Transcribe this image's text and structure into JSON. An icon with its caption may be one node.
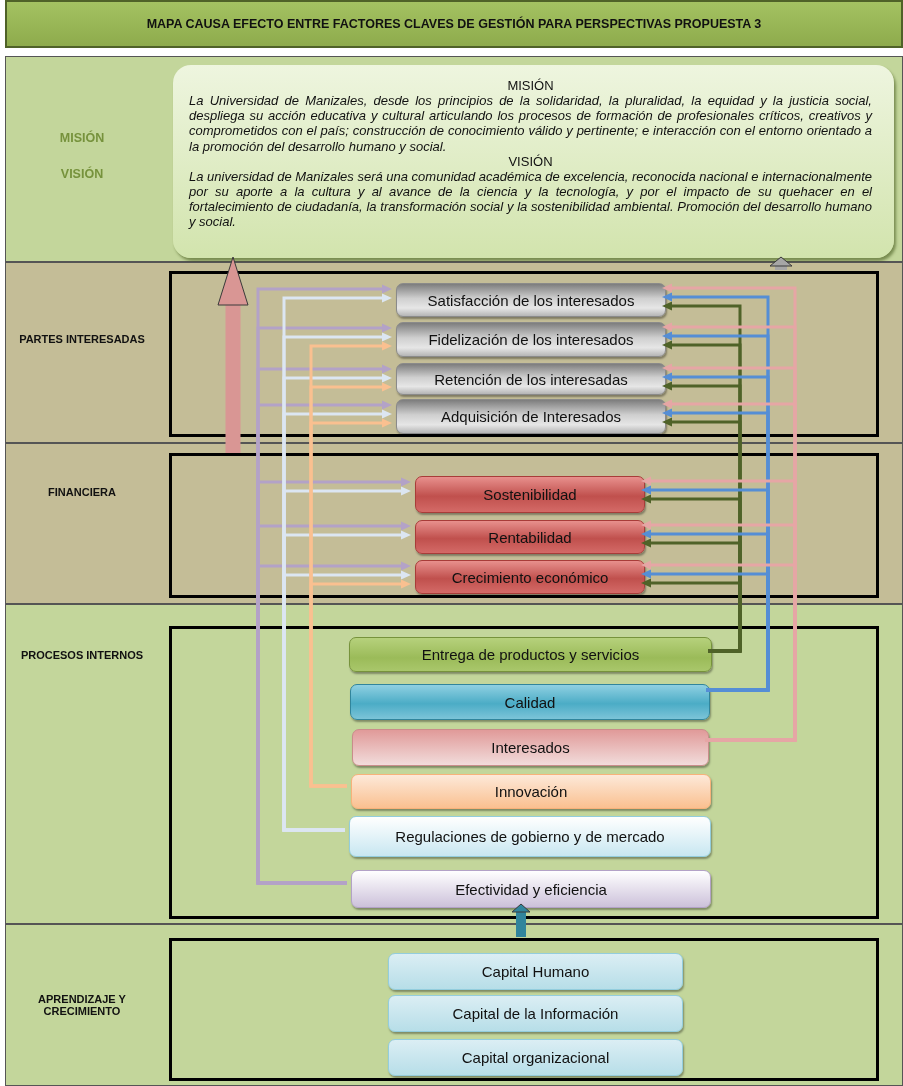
{
  "diagram": {
    "nodes": [
      {
        "text": [
          "MAPA CAUSA EFECTO ENTRE FACTORES CLAVES DE GESTIÓN PARA PERSPECTIVAS  PROPUESTA 3"
        ]
      },
      {
        "text": [
          "MISIÓN",
          "VISIÓN"
        ]
      },
      {
        "text": [
          "MISIÓN",
          "La *Universidad de Manizales, desde los principios de la solidaridad, la pluralidad,  la equidad y la justicia social, despliega  su acción educativa y cultural articulando los procesos de formación de profesionales críticos, creativos y comprometidos con el país; construcción de conocimiento válido y pertinente; e interacción con  el entorno orientado a la promoción del desarrollo humano y social.*",
          "VISIÓN",
          "La universidad de Manizales será una comunidad académica de excelencia, reconocida nacional e internacionalmente por su aporte a la cultura y al avance de la ciencia y la tecnología, y por el impacto de su quehacer en el fortalecimiento de ciudadanía, la transformación social y la sostenibilidad ambiental. Promoción del desarrollo humano y social."
        ],
        "in": 1
      },
      {
        "text": [
          "PARTES INTERESADAS"
        ]
      },
      {
        "text": [],
        "shape": "box",
        "in": 3
      },
      {
        "text": [
          "Satisfacción de los interesados"
        ],
        "in": 4
      },
      {
        "text": [
          "Fidelización de los interesados"
        ],
        "in": 4
      },
      {
        "text": [
          "Retención de los interesadas"
        ],
        "in": 4
      },
      {
        "text": [
          "Adquisición de   Interesados"
        ],
        "in": 4
      },
      {
        "text": [
          "FINANCIERA"
        ]
      },
      {
        "text": [],
        "shape": "box",
        "in": 9
      },
      {
        "text": [
          "Sostenibilidad"
        ],
        "in": 10
      },
      {
        "text": [
          "Rentabilidad"
        ],
        "in": 10
      },
      {
        "text": [
          "Crecimiento económico"
        ],
        "in": 10
      },
      {
        "text": [
          "PROCESOS INTERNOS"
        ]
      },
      {
        "text": [],
        "shape": "box",
        "in": 14
      },
      {
        "text": [
          "Entrega de productos y servicios"
        ],
        "in": 15
      },
      {
        "text": [
          "Calidad"
        ],
        "in": 15
      },
      {
        "text": [
          "Interesados"
        ],
        "in": 15
      },
      {
        "text": [
          "Innovación"
        ],
        "in": 15
      },
      {
        "text": [
          "Regulaciones de gobierno y de mercado"
        ],
        "in": 15
      },
      {
        "text": [
          "Efectividad  y eficiencia"
        ],
        "in": 15
      },
      {
        "text": [
          "APRENDIZAJE Y CRECIMIENTO"
        ]
      },
      {
        "text": [],
        "shape": "box",
        "in": 22
      },
      {
        "text": [
          "Capital  Humano"
        ],
        "in": 23
      },
      {
        "text": [
          "Capital de la Información"
        ],
        "in": 23
      },
      {
        "text": [
          "Capital organizacional"
        ],
        "in": 23
      }
    ],
    "edges": [
      {
        "from": 21,
        "to": 5,
        "arrow": "to",
        "color": "#b3a2c7"
      },
      {
        "from": 21,
        "to": 6,
        "arrow": "to",
        "color": "#b3a2c7"
      },
      {
        "from": 21,
        "to": 7,
        "arrow": "to",
        "color": "#b3a2c7"
      },
      {
        "from": 21,
        "to": 8,
        "arrow": "to",
        "color": "#b3a2c7"
      },
      {
        "from": 21,
        "to": 11,
        "arrow": "to",
        "color": "#b3a2c7"
      },
      {
        "from": 21,
        "to": 12,
        "arrow": "to",
        "color": "#b3a2c7"
      },
      {
        "from": 21,
        "to": 13,
        "arrow": "to",
        "color": "#b3a2c7"
      },
      {
        "from": 20,
        "to": 5,
        "arrow": "to",
        "color": "#dce6f2"
      },
      {
        "from": 20,
        "to": 6,
        "arrow": "to",
        "color": "#dce6f2"
      },
      {
        "from": 20,
        "to": 7,
        "arrow": "to",
        "color": "#dce6f2"
      },
      {
        "from": 20,
        "to": 8,
        "arrow": "to",
        "color": "#dce6f2"
      },
      {
        "from": 20,
        "to": 11,
        "arrow": "to",
        "color": "#dce6f2"
      },
      {
        "from": 20,
        "to": 12,
        "arrow": "to",
        "color": "#dce6f2"
      },
      {
        "from": 20,
        "to": 13,
        "arrow": "to",
        "color": "#dce6f2"
      },
      {
        "from": 19,
        "to": 6,
        "arrow": "to",
        "color": "#fac090"
      },
      {
        "from": 19,
        "to": 7,
        "arrow": "to",
        "color": "#fac090"
      },
      {
        "from": 19,
        "to": 8,
        "arrow": "to",
        "color": "#fac090"
      },
      {
        "from": 19,
        "to": 13,
        "arrow": "to",
        "color": "#fac090"
      },
      {
        "from": 16,
        "to": 5,
        "arrow": "to",
        "color": "#4f6228"
      },
      {
        "from": 16,
        "to": 6,
        "arrow": "to",
        "color": "#4f6228"
      },
      {
        "from": 16,
        "to": 7,
        "arrow": "to",
        "color": "#4f6228"
      },
      {
        "from": 16,
        "to": 8,
        "arrow": "to",
        "color": "#4f6228"
      },
      {
        "from": 16,
        "to": 11,
        "arrow": "to",
        "color": "#4f6228"
      },
      {
        "from": 16,
        "to": 12,
        "arrow": "to",
        "color": "#4f6228"
      },
      {
        "from": 16,
        "to": 13,
        "arrow": "to",
        "color": "#4f6228"
      },
      {
        "from": 17,
        "to": 5,
        "arrow": "to",
        "color": "#558ed5"
      },
      {
        "from": 17,
        "to": 6,
        "arrow": "to",
        "color": "#558ed5"
      },
      {
        "from": 17,
        "to": 7,
        "arrow": "to",
        "color": "#558ed5"
      },
      {
        "from": 17,
        "to": 8,
        "arrow": "to",
        "color": "#558ed5"
      },
      {
        "from": 17,
        "to": 11,
        "arrow": "to",
        "color": "#558ed5"
      },
      {
        "from": 17,
        "to": 12,
        "arrow": "to",
        "color": "#558ed5"
      },
      {
        "from": 17,
        "to": 13,
        "arrow": "to",
        "color": "#558ed5"
      },
      {
        "from": 18,
        "to": 5,
        "arrow": "to",
        "color": "#e6a6a5"
      },
      {
        "from": 18,
        "to": 6,
        "arrow": "to",
        "color": "#e6a6a5"
      },
      {
        "from": 18,
        "to": 7,
        "arrow": "to",
        "color": "#e6a6a5"
      },
      {
        "from": 18,
        "to": 8,
        "arrow": "to",
        "color": "#e6a6a5"
      },
      {
        "from": 18,
        "to": 11,
        "arrow": "to",
        "color": "#e6a6a5"
      },
      {
        "from": 18,
        "to": 12,
        "arrow": "to",
        "color": "#e6a6a5"
      },
      {
        "from": 18,
        "to": 13,
        "arrow": "to",
        "color": "#e6a6a5"
      },
      {
        "from": 10,
        "to": 2,
        "arrow": "to",
        "style": "thick",
        "color": "#d99694"
      },
      {
        "from": 4,
        "to": 2,
        "arrow": "to",
        "style": "thick",
        "color": "#a6a6a6"
      },
      {
        "from": 23,
        "to": 21,
        "arrow": "to",
        "style": "thick",
        "color": "#31859c"
      }
    ]
  }
}
